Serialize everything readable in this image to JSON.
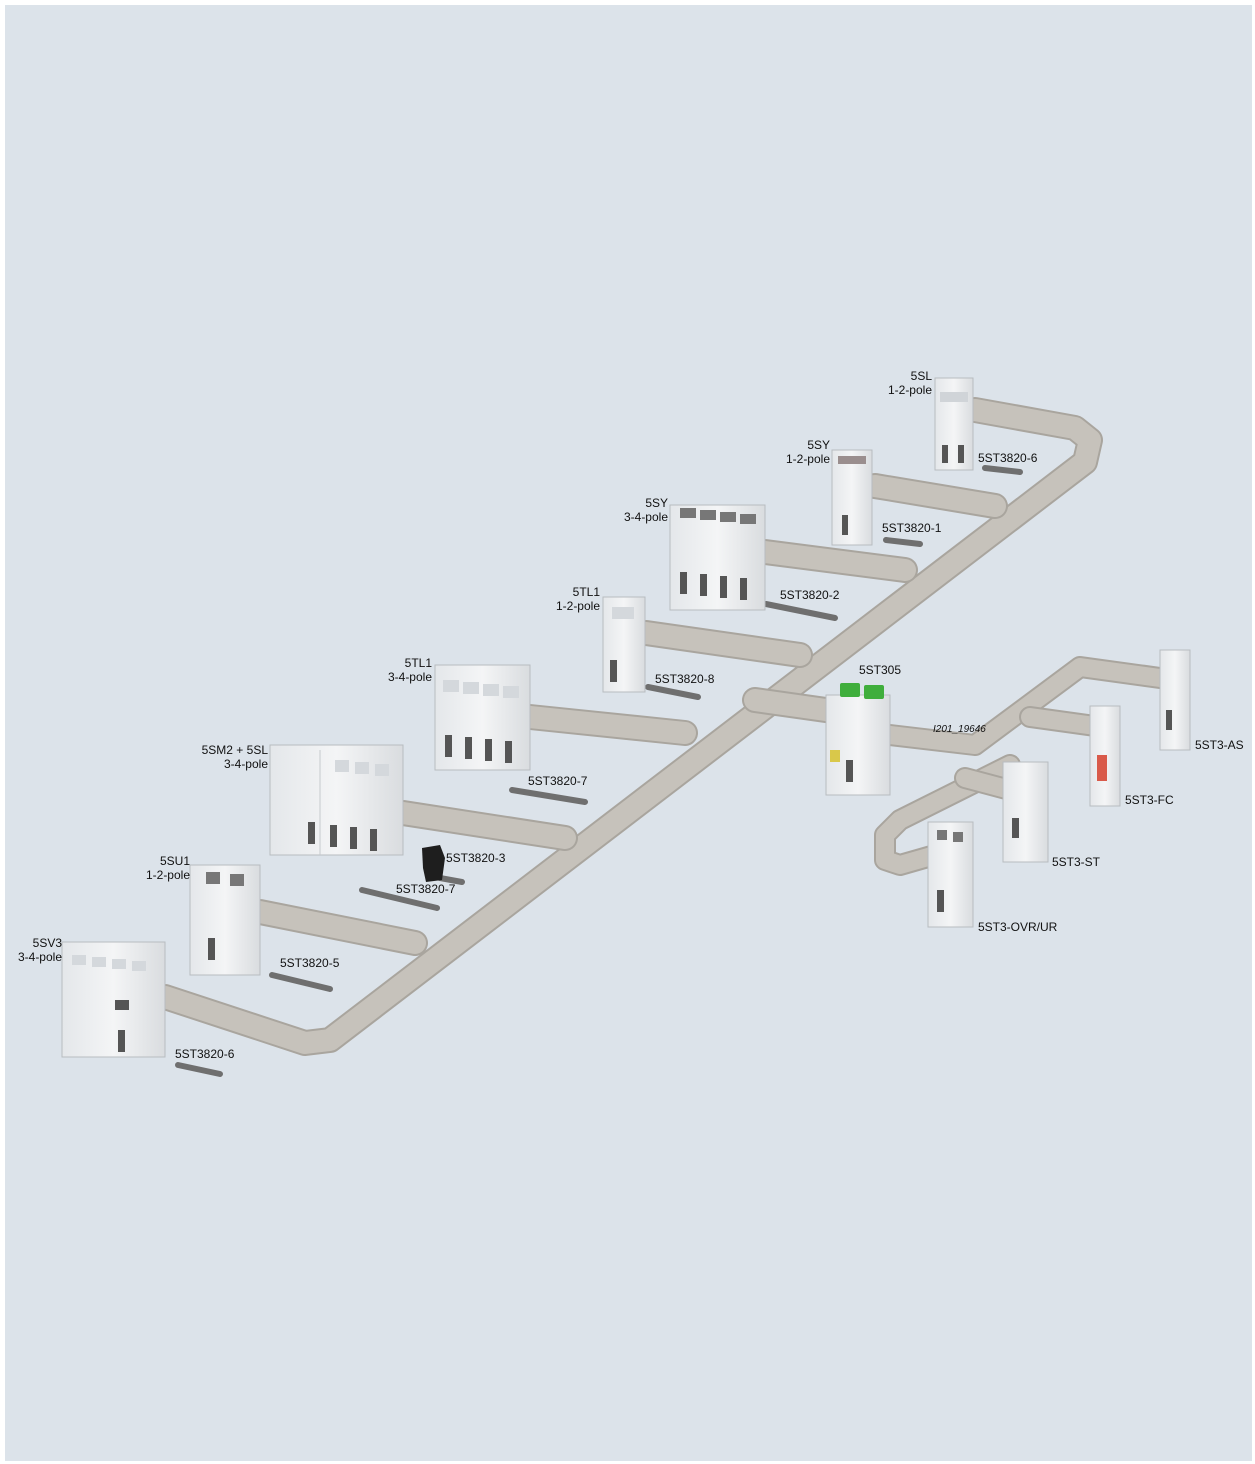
{
  "diagram": {
    "devices": {
      "sl": {
        "model": "5SL",
        "poles": "1-2-pole"
      },
      "sy12": {
        "model": "5SY",
        "poles": "1-2-pole"
      },
      "sy34": {
        "model": "5SY",
        "poles": "3-4-pole"
      },
      "tl12": {
        "model": "5TL1",
        "poles": "1-2-pole"
      },
      "tl34": {
        "model": "5TL1",
        "poles": "3-4-pole"
      },
      "sm2sl": {
        "model": "5SM2 + 5SL",
        "poles": "3-4-pole"
      },
      "su1": {
        "model": "5SU1",
        "poles": "1-2-pole"
      },
      "sv3": {
        "model": "5SV3",
        "poles": "3-4-pole"
      },
      "st305": {
        "model": "5ST305"
      },
      "st3as": {
        "model": "5ST3-AS"
      },
      "st3fc": {
        "model": "5ST3-FC"
      },
      "st3st": {
        "model": "5ST3-ST"
      },
      "st3ovr": {
        "model": "5ST3-OVR/UR"
      }
    },
    "accessories": {
      "a1": "5ST3820-6",
      "a2": "5ST3820-1",
      "a3": "5ST3820-2",
      "a4": "5ST3820-8",
      "a5": "5ST3820-7",
      "a6": "5ST3820-3",
      "a7": "5ST3820-7",
      "a8": "5ST3820-5",
      "a9": "5ST3820-6"
    },
    "image_ref": "I201_19646",
    "colors": {
      "background": "#dce3ea",
      "busbar": "#c6c2bb",
      "busbar_edge": "#a9a59e",
      "device_body": "#eef0f2",
      "connector_bar": "#7d7d7d",
      "terminal_green": "#3fae3c"
    }
  }
}
